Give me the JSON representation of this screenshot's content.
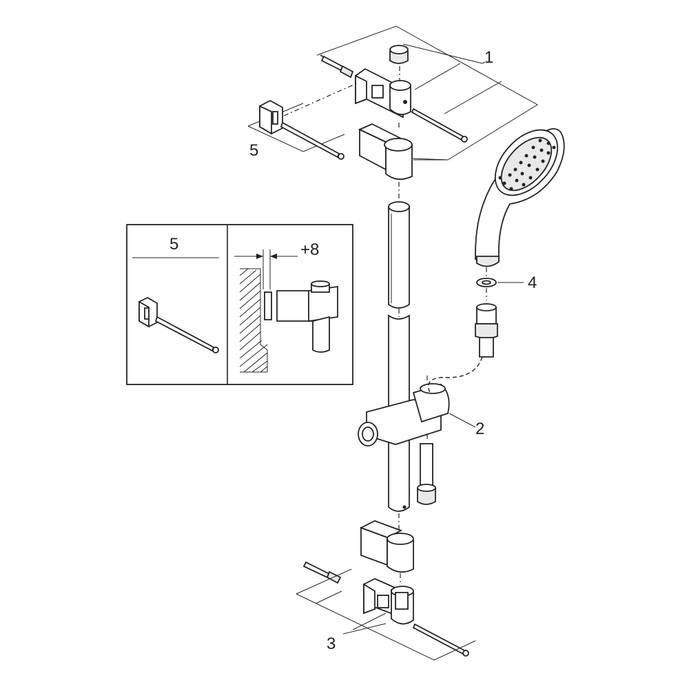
{
  "callouts": {
    "c1": "1",
    "c2": "2",
    "c3": "3",
    "c4": "4",
    "c5": "5"
  },
  "inset": {
    "left_label": "5",
    "right_label": "+8"
  },
  "parts": {
    "top_cap": "cap-icon",
    "top_wall_bracket": "wall-bracket-icon",
    "top_slider_mount": "bar-mount-icon",
    "rail": "shower-rail-icon",
    "slider": "slider-holder-icon",
    "hand_shower": "hand-shower-icon",
    "washer": "washer-icon",
    "hose": "hose-icon",
    "bottom_wall_bracket": "wall-bracket-icon",
    "bottom_mount": "bar-mount-icon",
    "screws": "screw-icon",
    "anchor_plate": "anchor-plate-icon"
  }
}
